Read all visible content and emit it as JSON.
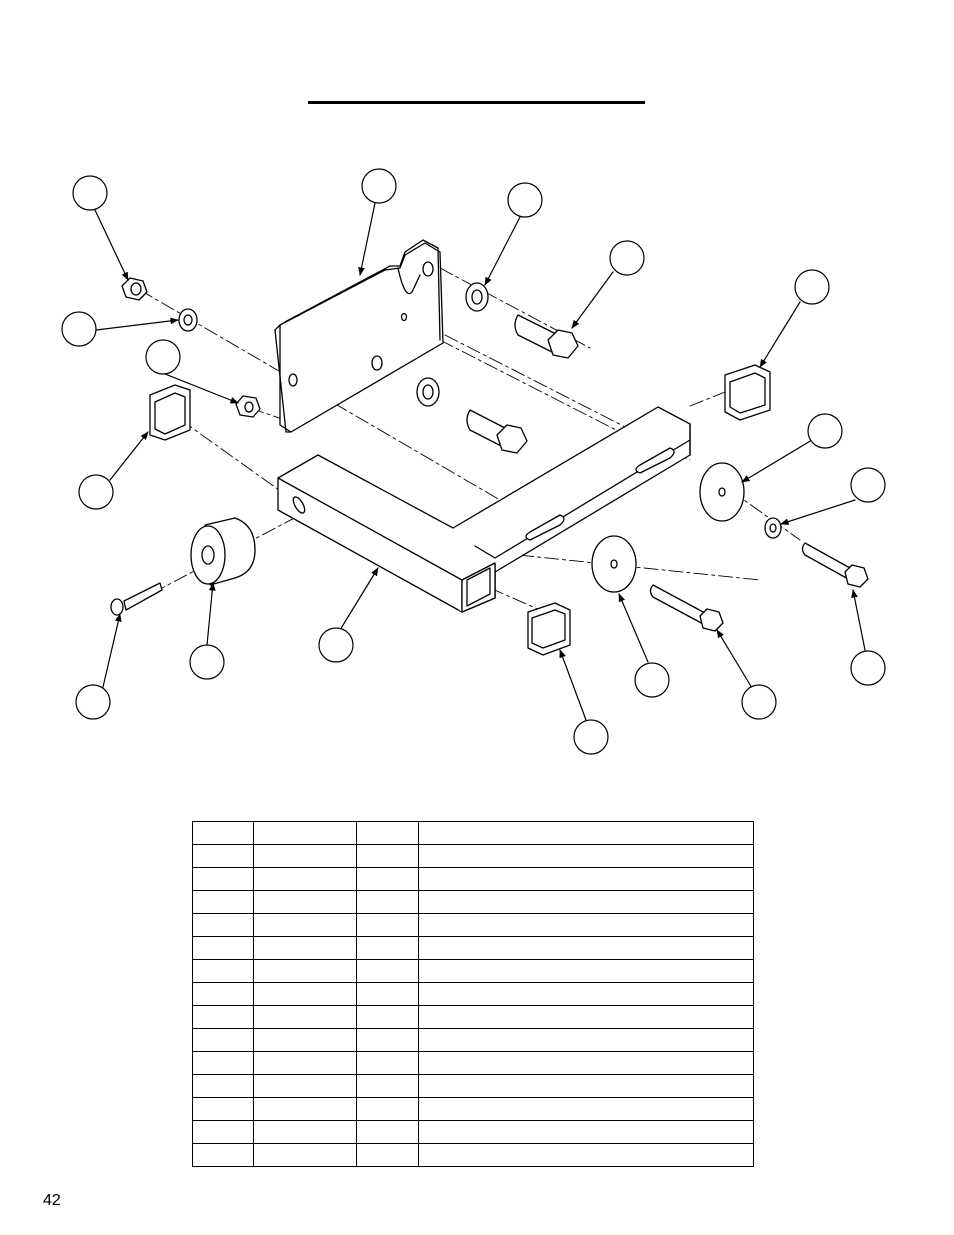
{
  "page": {
    "number": "42"
  },
  "diagram": {
    "type": "exploded-parts-view",
    "callout_labels": [
      "",
      "",
      "",
      "",
      "",
      "",
      "",
      "",
      "",
      "",
      "",
      "",
      "",
      "",
      "",
      "",
      "",
      "",
      ""
    ]
  },
  "parts_table": {
    "columns": 4,
    "rows": [
      [
        "",
        "",
        "",
        ""
      ],
      [
        "",
        "",
        "",
        ""
      ],
      [
        "",
        "",
        "",
        ""
      ],
      [
        "",
        "",
        "",
        ""
      ],
      [
        "",
        "",
        "",
        ""
      ],
      [
        "",
        "",
        "",
        ""
      ],
      [
        "",
        "",
        "",
        ""
      ],
      [
        "",
        "",
        "",
        ""
      ],
      [
        "",
        "",
        "",
        ""
      ],
      [
        "",
        "",
        "",
        ""
      ],
      [
        "",
        "",
        "",
        ""
      ],
      [
        "",
        "",
        "",
        ""
      ],
      [
        "",
        "",
        "",
        ""
      ],
      [
        "",
        "",
        "",
        ""
      ],
      [
        "",
        "",
        "",
        ""
      ]
    ]
  }
}
